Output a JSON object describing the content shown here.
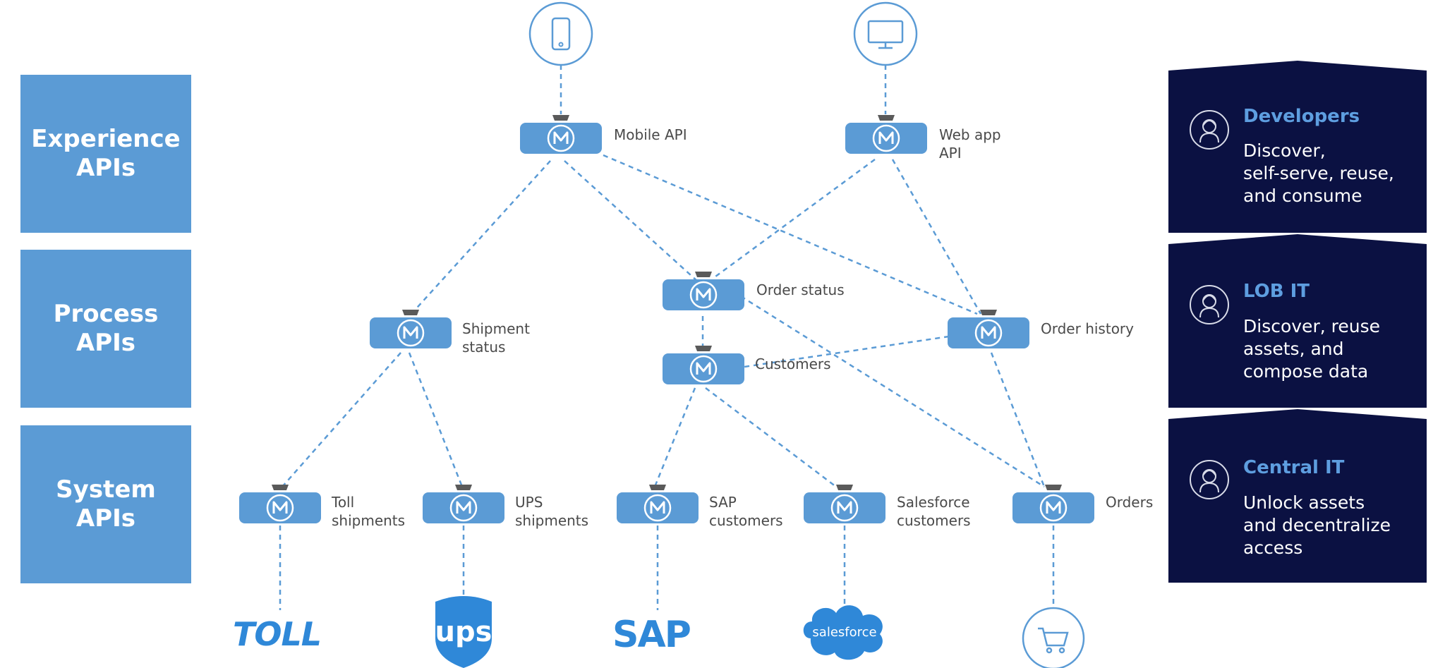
{
  "layers": [
    {
      "id": "experience",
      "line1": "Experience",
      "line2": "APIs"
    },
    {
      "id": "process",
      "line1": "Process",
      "line2": "APIs"
    },
    {
      "id": "system",
      "line1": "System",
      "line2": "APIs"
    }
  ],
  "nodes": {
    "mobile_api": {
      "label": "Mobile API"
    },
    "web_app_api": {
      "label": "Web app\nAPI"
    },
    "shipment_status": {
      "label": "Shipment\nstatus"
    },
    "order_status": {
      "label": "Order status"
    },
    "customers": {
      "label": "Customers"
    },
    "order_history": {
      "label": "Order history"
    },
    "toll_shipments": {
      "label": "Toll\nshipments"
    },
    "ups_shipments": {
      "label": "UPS\nshipments"
    },
    "sap_customers": {
      "label": "SAP\ncustomers"
    },
    "salesforce_customers": {
      "label": "Salesforce\ncustomers"
    },
    "orders": {
      "label": "Orders"
    }
  },
  "endpoints": {
    "mobile": {
      "icon": "mobile-phone-icon"
    },
    "web": {
      "icon": "monitor-icon"
    },
    "cart": {
      "icon": "shopping-cart-icon"
    }
  },
  "logos": {
    "toll": "TOLL",
    "ups": "ups",
    "sap": "SAP",
    "salesforce": "salesforce"
  },
  "roles": [
    {
      "title": "Developers",
      "description": "Discover,\nself-serve, reuse,\nand consume",
      "icon": "person-icon"
    },
    {
      "title": "LOB IT",
      "description": "Discover, reuse\nassets, and\ncompose data",
      "icon": "person-icon"
    },
    {
      "title": "Central IT",
      "description": "Unlock assets\nand decentralize\naccess",
      "icon": "person-icon"
    }
  ],
  "colors": {
    "layer_box": "#5b9bd5",
    "connector_blue": "#5b9bd5",
    "role_panel": "#0b1142",
    "role_title": "#5e9ee0",
    "logo_blue": "#2f88d8"
  }
}
